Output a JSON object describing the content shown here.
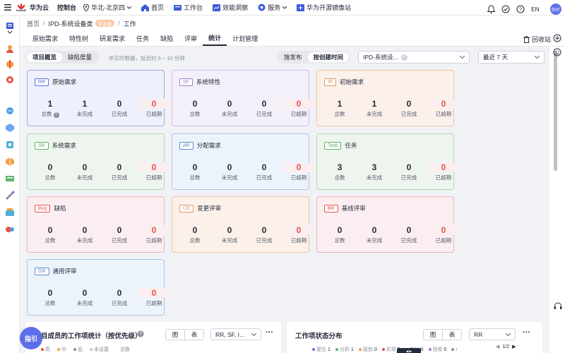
{
  "topbar": {
    "brand_caption": "HUAWEI",
    "brand": "华为云",
    "console": "控制台",
    "region": "华北-北京四",
    "nav": [
      "首页",
      "工作台",
      "效能洞察",
      "服务",
      "华为开源镜像站"
    ],
    "lang": "EN",
    "avatar": "你好"
  },
  "breadcrumb": {
    "home": "首页",
    "project": "IPD-系统设备类",
    "badge": "专业版",
    "current": "工作"
  },
  "tabs": [
    "原始需求",
    "特性树",
    "研发需求",
    "任务",
    "缺陷",
    "评审",
    "统计",
    "计划管理"
  ],
  "recycle": "回收站",
  "toolbar": {
    "view_tabs": [
      "项目概览",
      "缺陷度量"
    ],
    "note": "非实时数据，延迟约 5 ~ 10 分钟",
    "group_tabs": [
      "按发布",
      "按创建时间"
    ],
    "project_select": "IPD-系统设...",
    "range_select": "最近 7 天"
  },
  "stat_labels": [
    "总数",
    "未完成",
    "已完成",
    "已超期"
  ],
  "cards": [
    {
      "tag": "RR",
      "title": "原始需求",
      "values": [
        "1",
        "1",
        "0",
        "0"
      ],
      "color": "#5e6ee9"
    },
    {
      "tag": "SF",
      "title": "系统特性",
      "values": [
        "0",
        "0",
        "0",
        "0"
      ],
      "color": "#a07ed6"
    },
    {
      "tag": "IR",
      "title": "初始需求",
      "values": [
        "1",
        "1",
        "0",
        "0"
      ],
      "color": "#e0945f"
    },
    {
      "tag": "SR",
      "title": "系统需求",
      "values": [
        "0",
        "0",
        "0",
        "0"
      ],
      "color": "#5cb36a"
    },
    {
      "tag": "AR",
      "title": "分配需求",
      "values": [
        "0",
        "0",
        "0",
        "0"
      ],
      "color": "#5a8ad6"
    },
    {
      "tag": "Task",
      "title": "任务",
      "values": [
        "3",
        "3",
        "0",
        "0"
      ],
      "color": "#5cb36a"
    },
    {
      "tag": "Bug",
      "title": "缺陷",
      "values": [
        "0",
        "0",
        "0",
        "0"
      ],
      "color": "#e5534b"
    },
    {
      "tag": "CR",
      "title": "变更评审",
      "values": [
        "0",
        "0",
        "0",
        "0"
      ],
      "color": "#e0945f"
    },
    {
      "tag": "BR",
      "title": "基线评审",
      "values": [
        "0",
        "0",
        "0",
        "0"
      ],
      "color": "#e5534b"
    },
    {
      "tag": "GR",
      "title": "通用评审",
      "values": [
        "0",
        "0",
        "0",
        "0"
      ],
      "color": "#5a8ad6"
    }
  ],
  "bottom_left": {
    "title": "目成员的工作项统计（按优先级）",
    "toggle": [
      "图",
      "表"
    ],
    "select": "RR, SF, I...",
    "legend": [
      "高",
      "中",
      "低",
      "未设置",
      "总数"
    ]
  },
  "bottom_right": {
    "title": "工作项状态分布",
    "toggle": [
      "图",
      "表"
    ],
    "select": "RR",
    "legend": [
      {
        "label": "提交",
        "value": "1"
      },
      {
        "label": "分析",
        "value": "1"
      },
      {
        "label": "规划",
        "value": "0"
      },
      {
        "label": "实现",
        "value": "0"
      },
      {
        "label": "交付",
        "value": "0"
      },
      {
        "label": "验收",
        "value": "0"
      },
      {
        "label": "i",
        "value": ""
      }
    ],
    "pager": "1/2"
  },
  "float_button": "指引",
  "floating_chip": "◀ ▶"
}
